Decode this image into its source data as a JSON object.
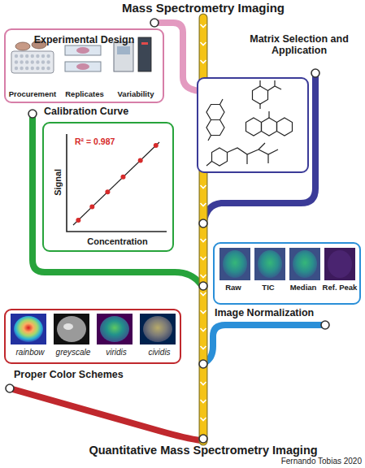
{
  "diagram": {
    "title": "Mass Spectrometry Imaging",
    "caption": "Quantitative Mass Spectrometry Imaging",
    "nodes": [
      {
        "text": [
          "Experimental Design",
          "Procurement",
          "Replicates",
          "Variability"
        ]
      },
      {
        "text": [
          "Matrix Selection and Application"
        ]
      },
      {
        "text": [
          "Calibration Curve",
          "R² = 0.987",
          "Signal",
          "Concentration"
        ]
      },
      {
        "text": [
          "Image Normalization",
          "Raw",
          "TIC",
          "Median",
          "Ref. Peak"
        ]
      },
      {
        "text": [
          "Proper Color Schemes",
          "rainbow",
          "greyscale",
          "viridis",
          "cividis"
        ]
      }
    ],
    "labels": [
      "Fernando Tobias 2020"
    ]
  }
}
